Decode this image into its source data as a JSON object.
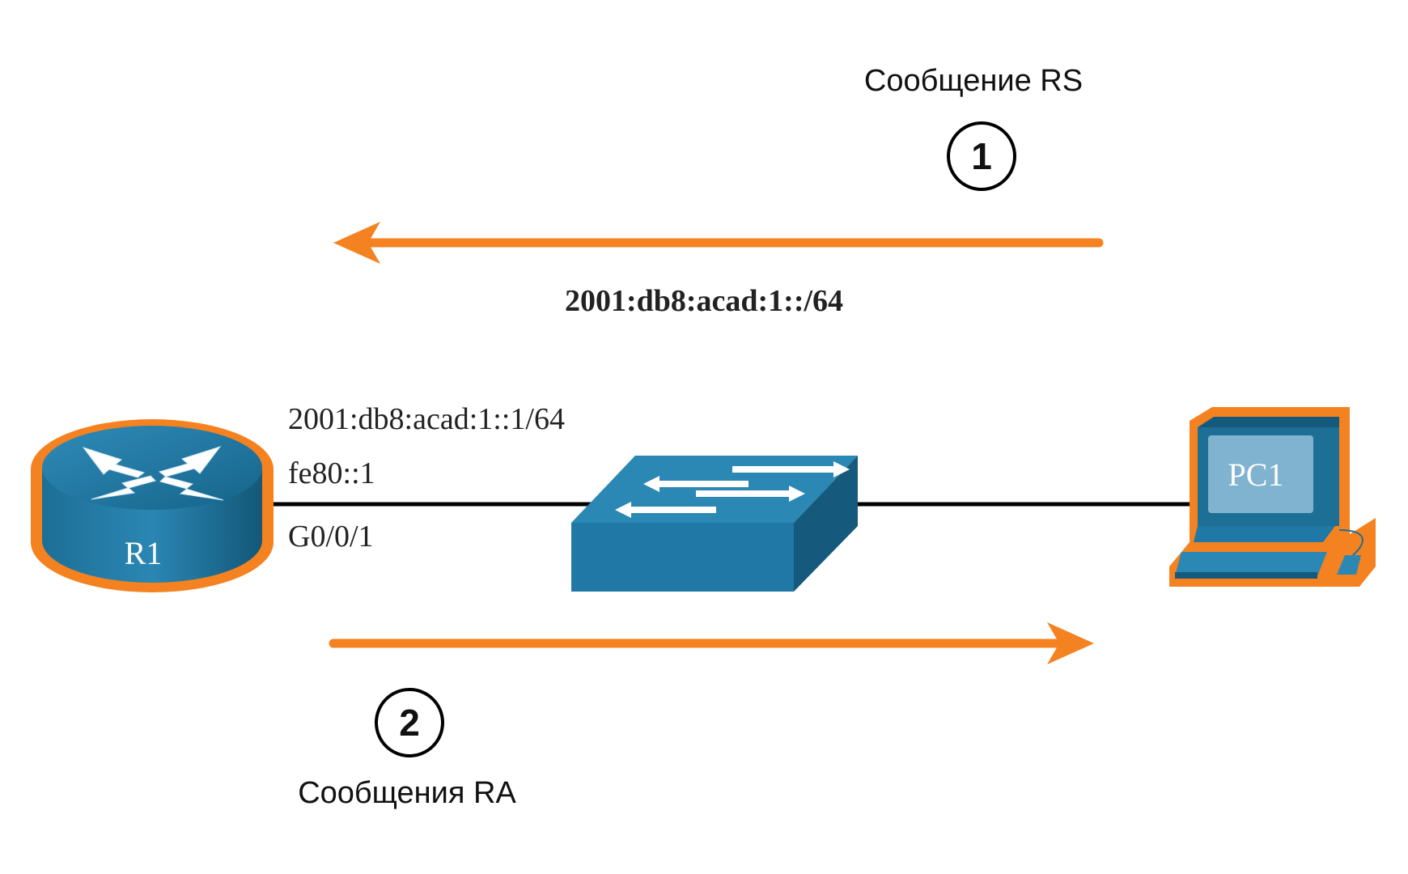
{
  "colors": {
    "accent_orange": "#f58220",
    "device_blue": "#1e6f96",
    "device_blue_dark": "#155a7c",
    "link_black": "#000000"
  },
  "steps": [
    {
      "number": "1",
      "label": "Сообщение RS"
    },
    {
      "number": "2",
      "label": "Сообщения RA"
    }
  ],
  "prefix_label": "2001:db8:acad:1::/64",
  "router": {
    "name": "R1",
    "icon": "router-icon",
    "global_address": "2001:db8:acad:1::1/64",
    "link_local": "fe80::1",
    "interface": "G0/0/1"
  },
  "switch": {
    "icon": "switch-icon"
  },
  "pc": {
    "name": "PC1",
    "icon": "pc-icon"
  }
}
